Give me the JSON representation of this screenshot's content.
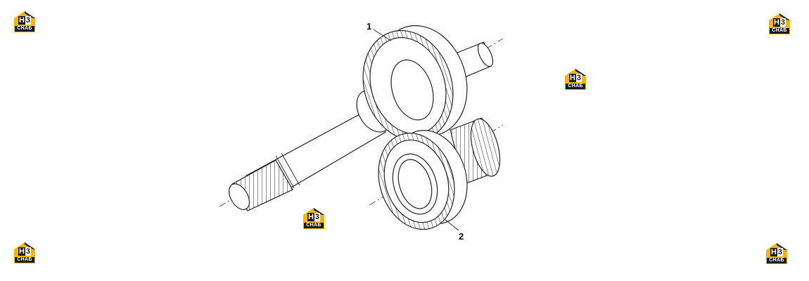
{
  "callouts": {
    "part_1": "1",
    "part_2": "2"
  },
  "watermark": {
    "mono_left": "H",
    "mono_right": "3",
    "text": "СНАБ",
    "color_house": "#f2b705",
    "color_dark": "#1b1b1b"
  }
}
